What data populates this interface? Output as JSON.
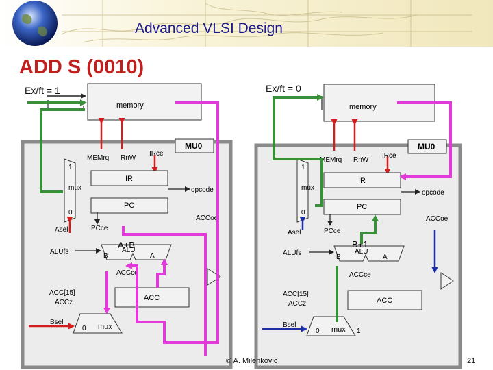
{
  "header": {
    "title": "Advanced VLSI Design"
  },
  "slide": {
    "title": "ADD S (0010)"
  },
  "footer": {
    "credit": "© A. Milenkovic",
    "page": "21"
  },
  "icons": {
    "logo": "globe-icon"
  },
  "colors": {
    "title": "#c0201d",
    "header": "#1c1a8a",
    "green_path": "#3a8f3a",
    "magenta_path": "#e23ad8",
    "red_signal": "#d21e1e",
    "blue_signal": "#1c2fa8"
  },
  "panels": [
    {
      "condition": "Ex/ft = 1",
      "memory": "memory",
      "mu": "MU0",
      "memrq": "MEMrq",
      "rnw": "RnW",
      "irce": "IRce",
      "ir": "IR",
      "opcode": "opcode",
      "pc": "PC",
      "mux1": "mux",
      "mux_in1": "1",
      "mux_in0": "0",
      "asel": "Asel",
      "pcce": "PCce",
      "accoe": "ACCoe",
      "alufs": "ALUfs",
      "op": "A+B",
      "alu": "ALU",
      "alu_b": "B",
      "alu_a": "A",
      "accce": "ACCce",
      "acc": "ACC",
      "acc15": "ACC[15]",
      "accz": "ACCz",
      "bsel": "Bsel",
      "mux2": "mux",
      "mux2_0": "0",
      "mux2_1": ""
    },
    {
      "condition": "Ex/ft = 0",
      "memory": "memory",
      "mu": "MU0",
      "memrq": "MEMrq",
      "rnw": "RnW",
      "irce": "IRce",
      "ir": "IR",
      "opcode": "opcode",
      "pc": "PC",
      "mux1": "mux",
      "mux_in1": "1",
      "mux_in0": "0",
      "asel": "Asel",
      "pcce": "PCce",
      "accoe": "ACCoe",
      "alufs": "ALUfs",
      "op": "B+1",
      "alu": "ALU",
      "alu_b": "B",
      "alu_a": "A",
      "accce": "ACCce",
      "acc": "ACC",
      "acc15": "ACC[15]",
      "accz": "ACCz",
      "bsel": "Bsel",
      "mux2": "mux",
      "mux2_0": "0",
      "mux2_1": "1"
    }
  ]
}
